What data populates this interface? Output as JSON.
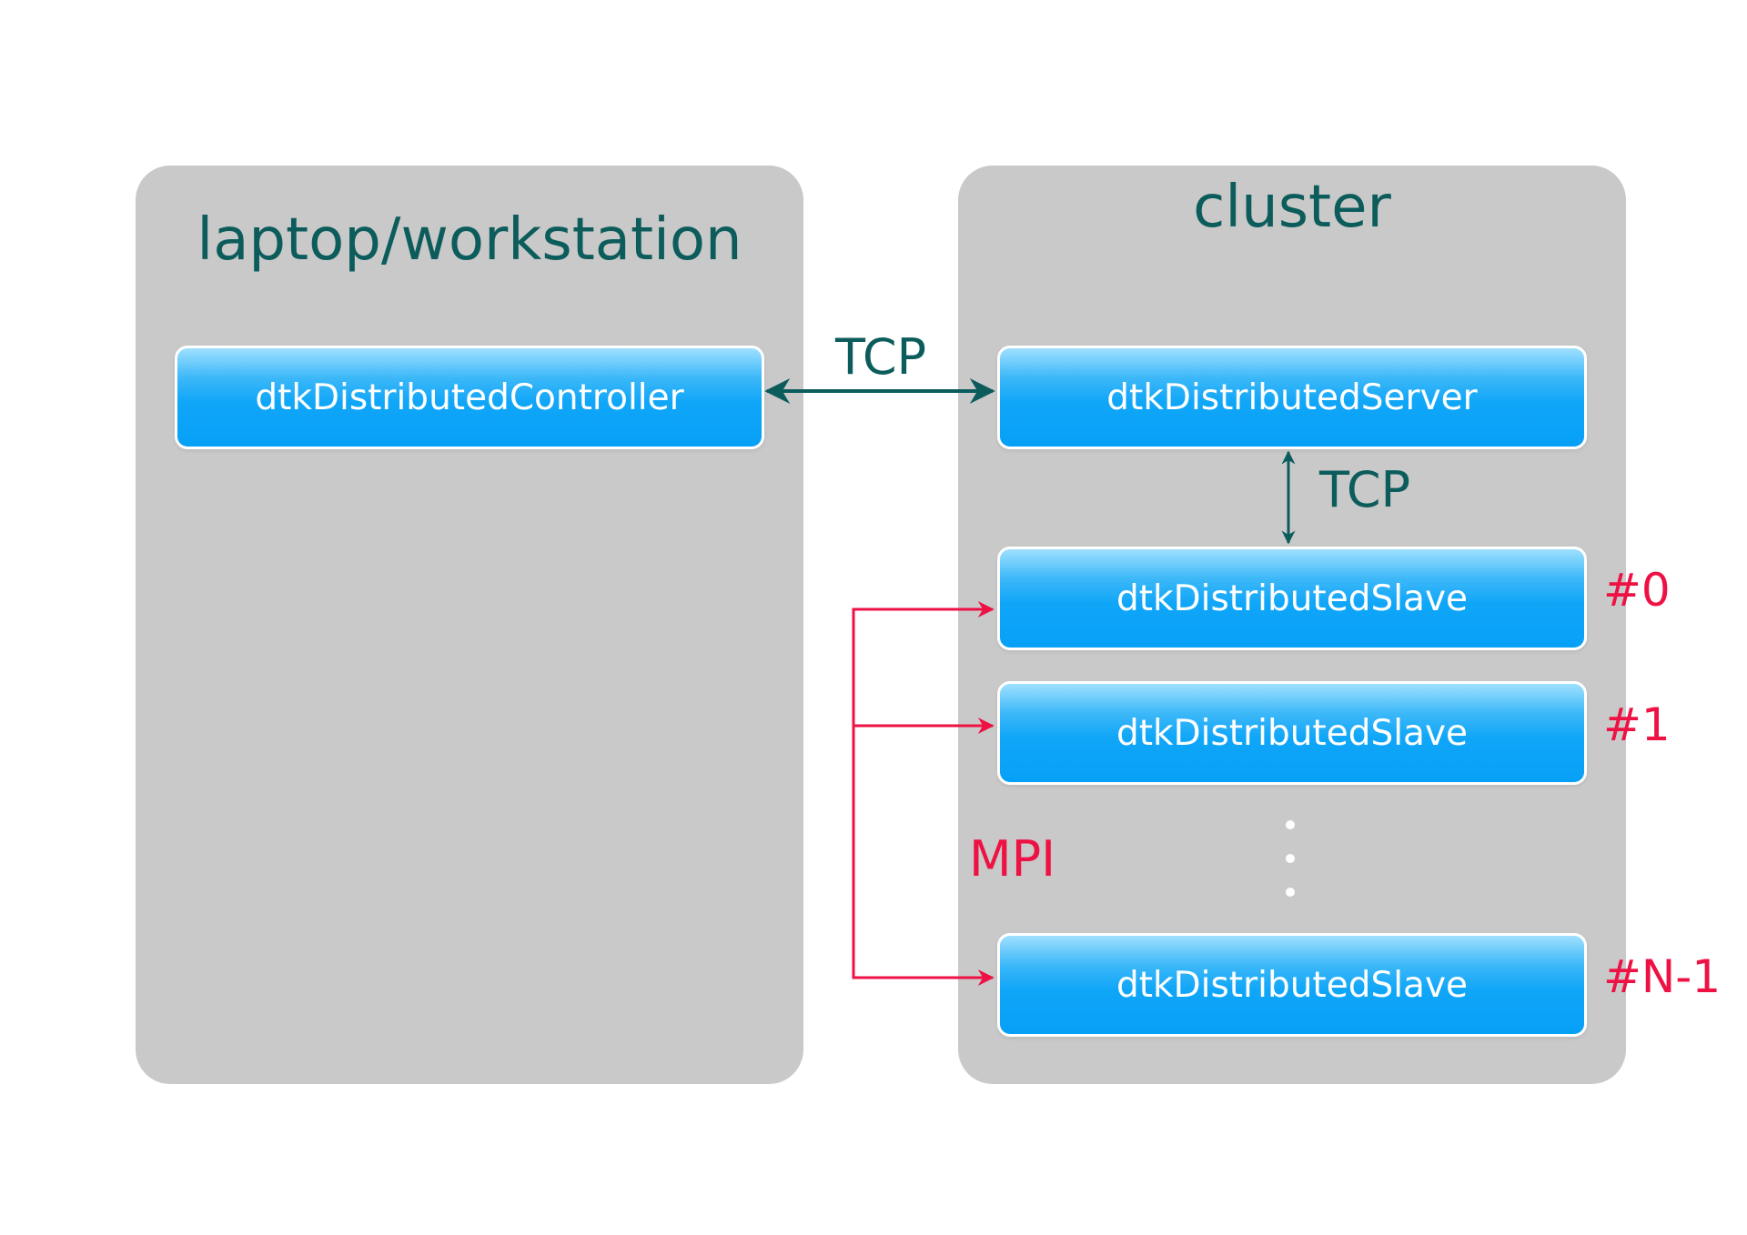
{
  "panels": {
    "left_title": "laptop/workstation",
    "right_title": "cluster"
  },
  "nodes": {
    "controller": "dtkDistributedController",
    "server": "dtkDistributedServer",
    "slave0": "dtkDistributedSlave",
    "slave1": "dtkDistributedSlave",
    "slaveN": "dtkDistributedSlave"
  },
  "labels": {
    "tcp_controller_server": "TCP",
    "tcp_server_slave": "TCP",
    "mpi": "MPI",
    "slave0_index": "#0",
    "slave1_index": "#1",
    "slaveN_index": "#N-1"
  },
  "colors": {
    "panel_bg": "#c9c9c9",
    "title_text": "#0d5c5c",
    "node_fill": "#06a0f7",
    "tcp_arrow": "#0d5c5c",
    "mpi_arrow": "#ee1144"
  }
}
